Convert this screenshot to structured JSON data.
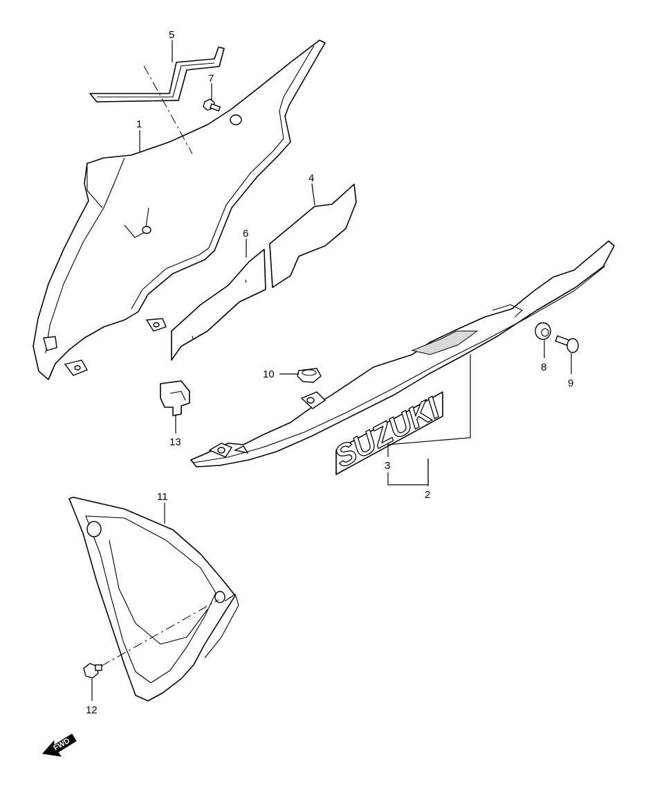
{
  "callouts": {
    "c1": "1",
    "c2": "2",
    "c3": "3",
    "c4": "4",
    "c5": "5",
    "c6": "6",
    "c7": "7",
    "c8": "8",
    "c9": "9",
    "c10": "10",
    "c11": "11",
    "c12": "12",
    "c13": "13"
  },
  "emblem": {
    "text": "SUZUKI"
  },
  "direction_marker": {
    "label": "FWD",
    "icon": "forward-arrow-icon"
  }
}
